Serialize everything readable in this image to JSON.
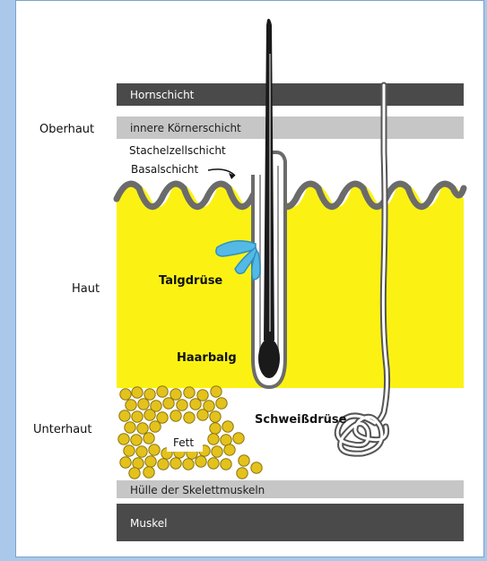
{
  "labels": {
    "oberhaut": "Oberhaut",
    "haut": "Haut",
    "unterhaut": "Unterhaut",
    "hornschicht": "Hornschicht",
    "koernerschicht": "innere Körnerschicht",
    "stachelzellschicht": "Stachelzellschicht",
    "basalschicht": "Basalschicht",
    "talgdruese": "Talgdrüse",
    "haarbalg": "Haarbalg",
    "schweissdruese": "Schweißdrüse",
    "fett": "Fett",
    "skelettmuskelhuelle": "Hülle der Skelettmuskeln",
    "muskel": "Muskel"
  },
  "colors": {
    "background_frame": "#a9c8ea",
    "panel": "#ffffff",
    "dark_band": "#4a4a4a",
    "light_band": "#c6c6c6",
    "dermis_yellow": "#fbf214",
    "wave_gray": "#6b6b6b",
    "fat_globule": "#e4c21c",
    "sebaceous_gland": "#55b9e6",
    "hair": "#1a1a1a"
  },
  "icons": {
    "hair": "hair-shaft-icon",
    "gland": "sebaceous-gland-icon",
    "sweat": "sweat-gland-coil-icon",
    "fat": "fat-globule-icon",
    "arrow": "pointer-arrow-icon"
  }
}
